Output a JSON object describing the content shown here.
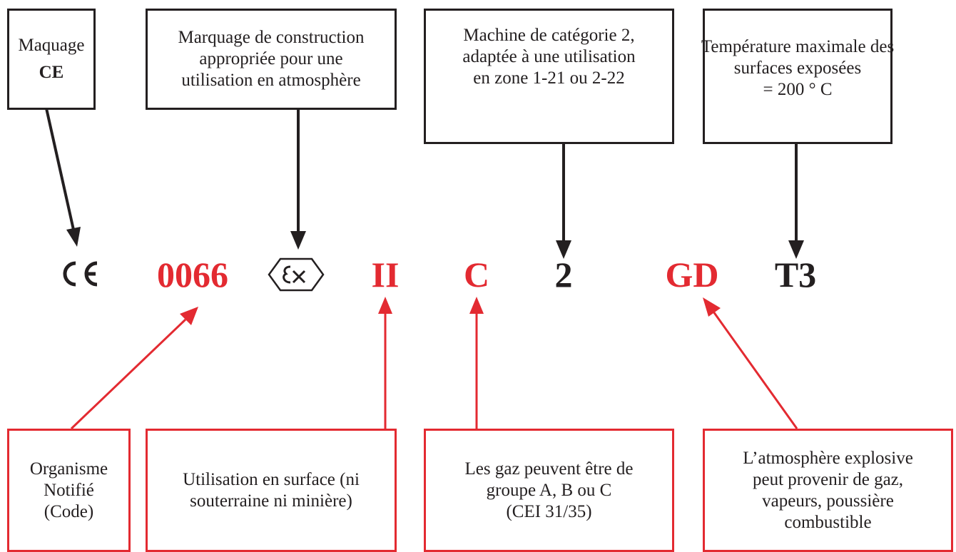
{
  "colors": {
    "black": "#231f20",
    "red": "#e32a31"
  },
  "top_boxes": [
    {
      "lines": [
        "Maquage",
        "CE"
      ]
    },
    {
      "lines": [
        "Marquage de construction",
        "appropriée pour une",
        "utilisation en atmosphère"
      ]
    },
    {
      "lines": [
        "Machine de  catégorie 2,",
        "adaptée à une utilisation",
        "en zone 1-21 ou 2-22"
      ]
    },
    {
      "lines": [
        "Température maximale des",
        "surfaces exposées",
        "= 200 ° C"
      ]
    }
  ],
  "marking": {
    "ce_symbol": "ce-mark-icon",
    "notified_body": "0066",
    "ex_symbol": "ex-hexagon-icon",
    "group": "II",
    "gas_group": "C",
    "category": "2",
    "atmosphere": "GD",
    "temp_class": "T3"
  },
  "bottom_boxes": [
    {
      "lines": [
        "Organisme",
        "Notifié",
        "(Code)"
      ]
    },
    {
      "lines": [
        "Utilisation en surface (ni",
        "souterraine ni minière)"
      ]
    },
    {
      "lines": [
        "Les gaz peuvent être de",
        "groupe A, B ou C",
        "(CEI 31/35)"
      ]
    },
    {
      "lines": [
        "L’atmosphère explosive",
        "peut provenir de gaz,",
        "vapeurs, poussière",
        "combustible"
      ]
    }
  ]
}
